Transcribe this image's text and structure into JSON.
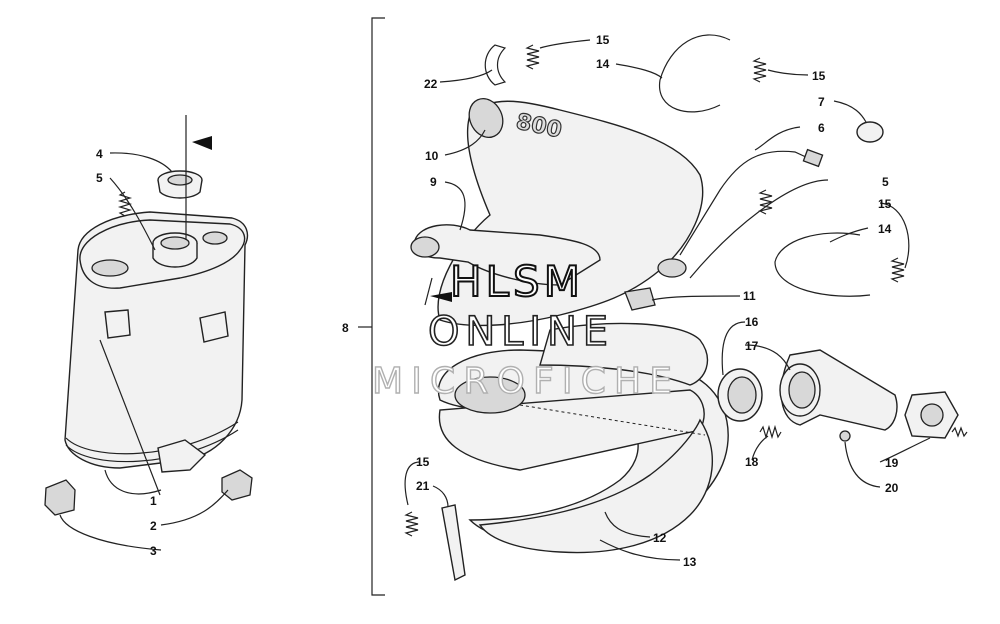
{
  "watermark": {
    "line1": "HLSM",
    "line2": "ONLINE",
    "line3": "MICROFICHE"
  },
  "embossed_text": "800",
  "callouts": [
    {
      "id": "c1",
      "label": "1"
    },
    {
      "id": "c2",
      "label": "2"
    },
    {
      "id": "c3",
      "label": "3"
    },
    {
      "id": "c4",
      "label": "4"
    },
    {
      "id": "c5a",
      "label": "5"
    },
    {
      "id": "c5b",
      "label": "5"
    },
    {
      "id": "c6",
      "label": "6"
    },
    {
      "id": "c7",
      "label": "7"
    },
    {
      "id": "c8",
      "label": "8"
    },
    {
      "id": "c9",
      "label": "9"
    },
    {
      "id": "c10",
      "label": "10"
    },
    {
      "id": "c11",
      "label": "11"
    },
    {
      "id": "c12",
      "label": "12"
    },
    {
      "id": "c13",
      "label": "13"
    },
    {
      "id": "c14a",
      "label": "14"
    },
    {
      "id": "c14b",
      "label": "14"
    },
    {
      "id": "c15a",
      "label": "15"
    },
    {
      "id": "c15b",
      "label": "15"
    },
    {
      "id": "c15c",
      "label": "15"
    },
    {
      "id": "c15d",
      "label": "15"
    },
    {
      "id": "c16",
      "label": "16"
    },
    {
      "id": "c17",
      "label": "17"
    },
    {
      "id": "c18",
      "label": "18"
    },
    {
      "id": "c19",
      "label": "19"
    },
    {
      "id": "c20",
      "label": "20"
    },
    {
      "id": "c21",
      "label": "21"
    },
    {
      "id": "c22",
      "label": "22"
    }
  ]
}
